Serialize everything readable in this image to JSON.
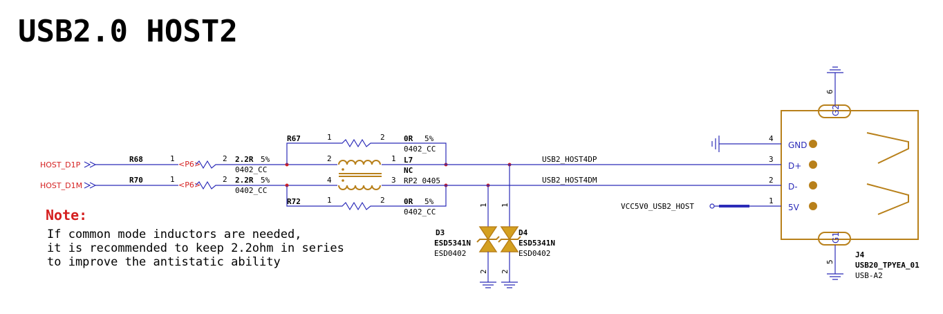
{
  "title": "USB2.0 HOST2",
  "note": {
    "heading": "Note:",
    "lines": [
      "If common mode inductors are needed,",
      "it is recommended to keep 2.2ohm in series",
      "to improve the antistatic ability"
    ]
  },
  "ports": {
    "d1p": "HOST_D1P",
    "d1m": "HOST_D1M"
  },
  "r68": {
    "ref": "R68",
    "pin1": "1",
    "pin2": "2",
    "value": "2.2R",
    "tol": "5%",
    "pkg": "0402_CC",
    "tag": "<P6>"
  },
  "r70": {
    "ref": "R70",
    "pin1": "1",
    "pin2": "2",
    "value": "2.2R",
    "tol": "5%",
    "pkg": "0402_CC",
    "tag": "<P6>"
  },
  "r67": {
    "ref": "R67",
    "pin1": "1",
    "pin2": "2",
    "value": "0R",
    "tol": "5%",
    "pkg": "0402_CC"
  },
  "r72": {
    "ref": "R72",
    "pin1": "1",
    "pin2": "2",
    "value": "0R",
    "tol": "5%",
    "pkg": "0402_CC"
  },
  "l7": {
    "ref": "L7",
    "value": "NC",
    "part": "RP2 0405",
    "pin1": "1",
    "pin2": "2",
    "pin3": "3",
    "pin4": "4"
  },
  "nets": {
    "dp": "USB2_HOST4DP",
    "dm": "USB2_HOST4DM",
    "vcc": "VCC5V0_USB2_HOST"
  },
  "d3": {
    "ref": "D3",
    "part": "ESD5341N",
    "pkg": "ESD0402",
    "pin1": "1",
    "pin2": "2"
  },
  "d4": {
    "ref": "D4",
    "part": "ESD5341N",
    "pkg": "ESD0402",
    "pin1": "1",
    "pin2": "2"
  },
  "j4": {
    "ref": "J4",
    "part": "USB20_TPYEA_01",
    "pkg": "USB-A2",
    "pins": [
      {
        "num": "4",
        "name": "GND"
      },
      {
        "num": "3",
        "name": "D+"
      },
      {
        "num": "2",
        "name": "D-"
      },
      {
        "num": "1",
        "name": "5V"
      }
    ],
    "g2": "G2",
    "g1": "G1",
    "pin6": "6",
    "pin5": "5"
  },
  "colors": {
    "wire": "#2b2bb8",
    "part": "#b8801a",
    "highlight": "#d52020"
  }
}
